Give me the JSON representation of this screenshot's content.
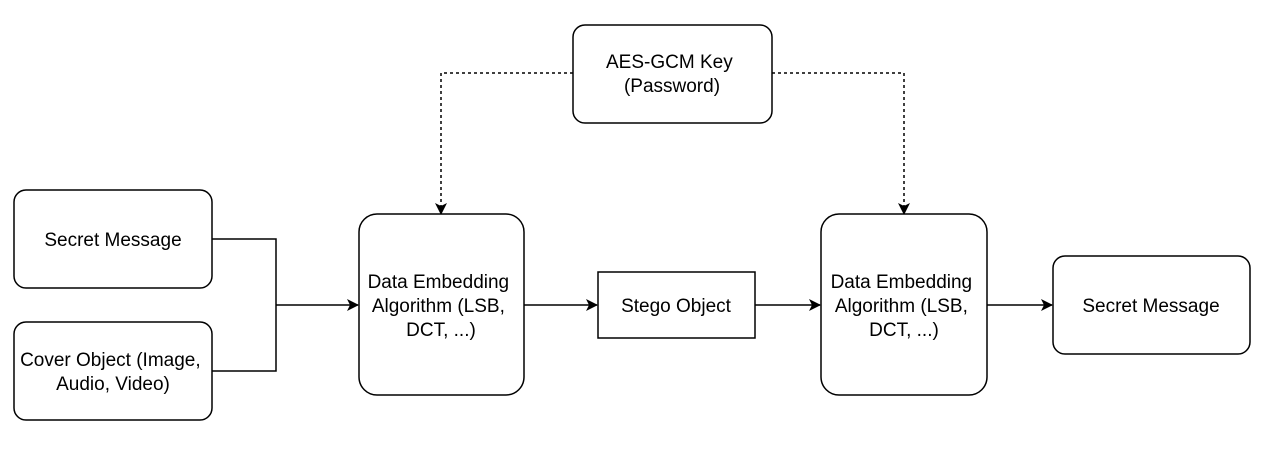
{
  "nodes": {
    "secret_message_in": {
      "lines": [
        "Secret Message"
      ]
    },
    "cover_object": {
      "lines": [
        "Cover Object (Image,",
        "Audio, Video)"
      ]
    },
    "aes_key": {
      "lines": [
        "AES-GCM Key",
        "(Password)"
      ]
    },
    "embedding_left": {
      "lines": [
        "Data Embedding",
        "Algorithm (LSB,",
        "DCT, ...)"
      ]
    },
    "stego_object": {
      "lines": [
        "Stego Object"
      ]
    },
    "embedding_right": {
      "lines": [
        "Data Embedding",
        "Algorithm (LSB,",
        "DCT, ...)"
      ]
    },
    "secret_message_out": {
      "lines": [
        "Secret Message"
      ]
    }
  },
  "edges": [
    {
      "from": "secret_message_in",
      "to": "embedding_left",
      "style": "solid"
    },
    {
      "from": "cover_object",
      "to": "embedding_left",
      "style": "solid"
    },
    {
      "from": "aes_key",
      "to": "embedding_left",
      "style": "dashed"
    },
    {
      "from": "aes_key",
      "to": "embedding_right",
      "style": "dashed"
    },
    {
      "from": "embedding_left",
      "to": "stego_object",
      "style": "solid"
    },
    {
      "from": "stego_object",
      "to": "embedding_right",
      "style": "solid"
    },
    {
      "from": "embedding_right",
      "to": "secret_message_out",
      "style": "solid"
    }
  ],
  "colors": {
    "stroke": "#000000",
    "fill": "#ffffff",
    "text": "#000000"
  }
}
